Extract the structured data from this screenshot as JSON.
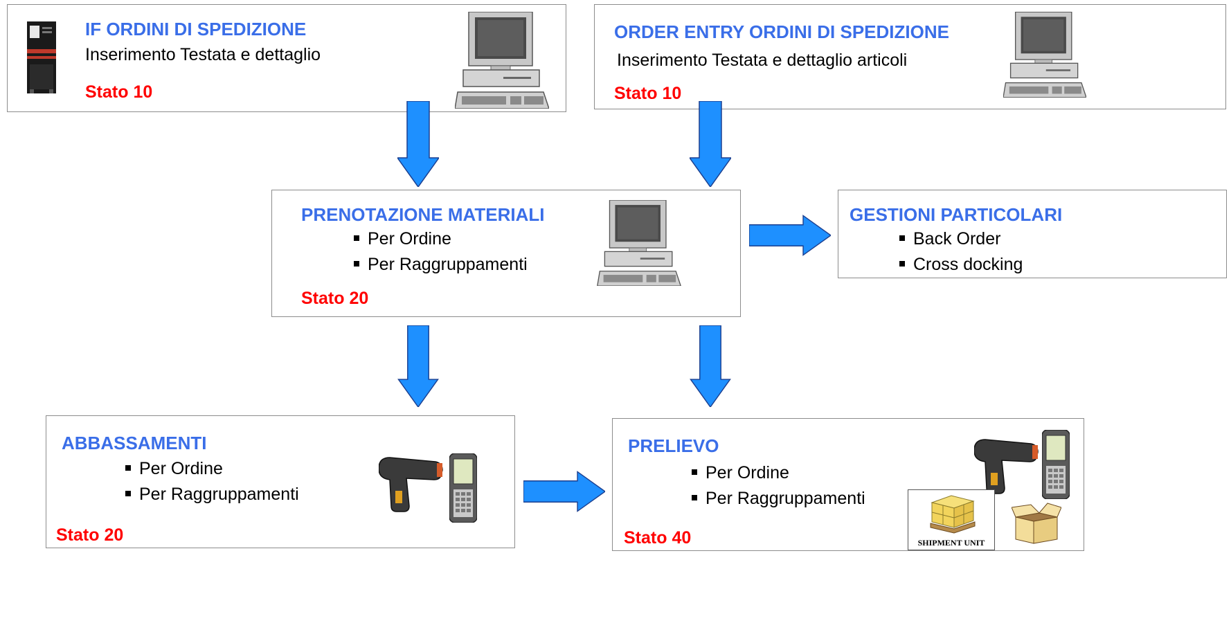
{
  "colors": {
    "title": "#3a6ee8",
    "stato": "#ff0000",
    "arrow_fill": "#1e90ff",
    "arrow_stroke": "#1c3f8f"
  },
  "boxes": {
    "if_ordini": {
      "title": "IF ORDINI DI SPEDIZIONE",
      "text": "Inserimento Testata e dettaglio",
      "stato": "Stato 10"
    },
    "order_entry": {
      "title": "ORDER ENTRY ORDINI DI SPEDIZIONE",
      "text": "Inserimento Testata e dettaglio articoli",
      "stato": "Stato 10"
    },
    "prenotazione": {
      "title": "PRENOTAZIONE MATERIALI",
      "items": [
        "Per Ordine",
        "Per Raggruppamenti"
      ],
      "stato": "Stato 20"
    },
    "gestioni": {
      "title": "GESTIONI PARTICOLARI",
      "items": [
        "Back Order",
        "Cross docking"
      ]
    },
    "abbassamenti": {
      "title": "ABBASSAMENTI",
      "items": [
        "Per Ordine",
        "Per Raggruppamenti"
      ],
      "stato": "Stato 20"
    },
    "prelievo": {
      "title": "PRELIEVO",
      "items": [
        "Per Ordine",
        "Per Raggruppamenti"
      ],
      "stato": "Stato 40",
      "shipment_label": "SHIPMENT UNIT"
    }
  },
  "icons": [
    "server-icon",
    "computer-icon",
    "barcode-scanner-icon",
    "handheld-terminal-icon",
    "pallet-icon",
    "box-icon"
  ]
}
